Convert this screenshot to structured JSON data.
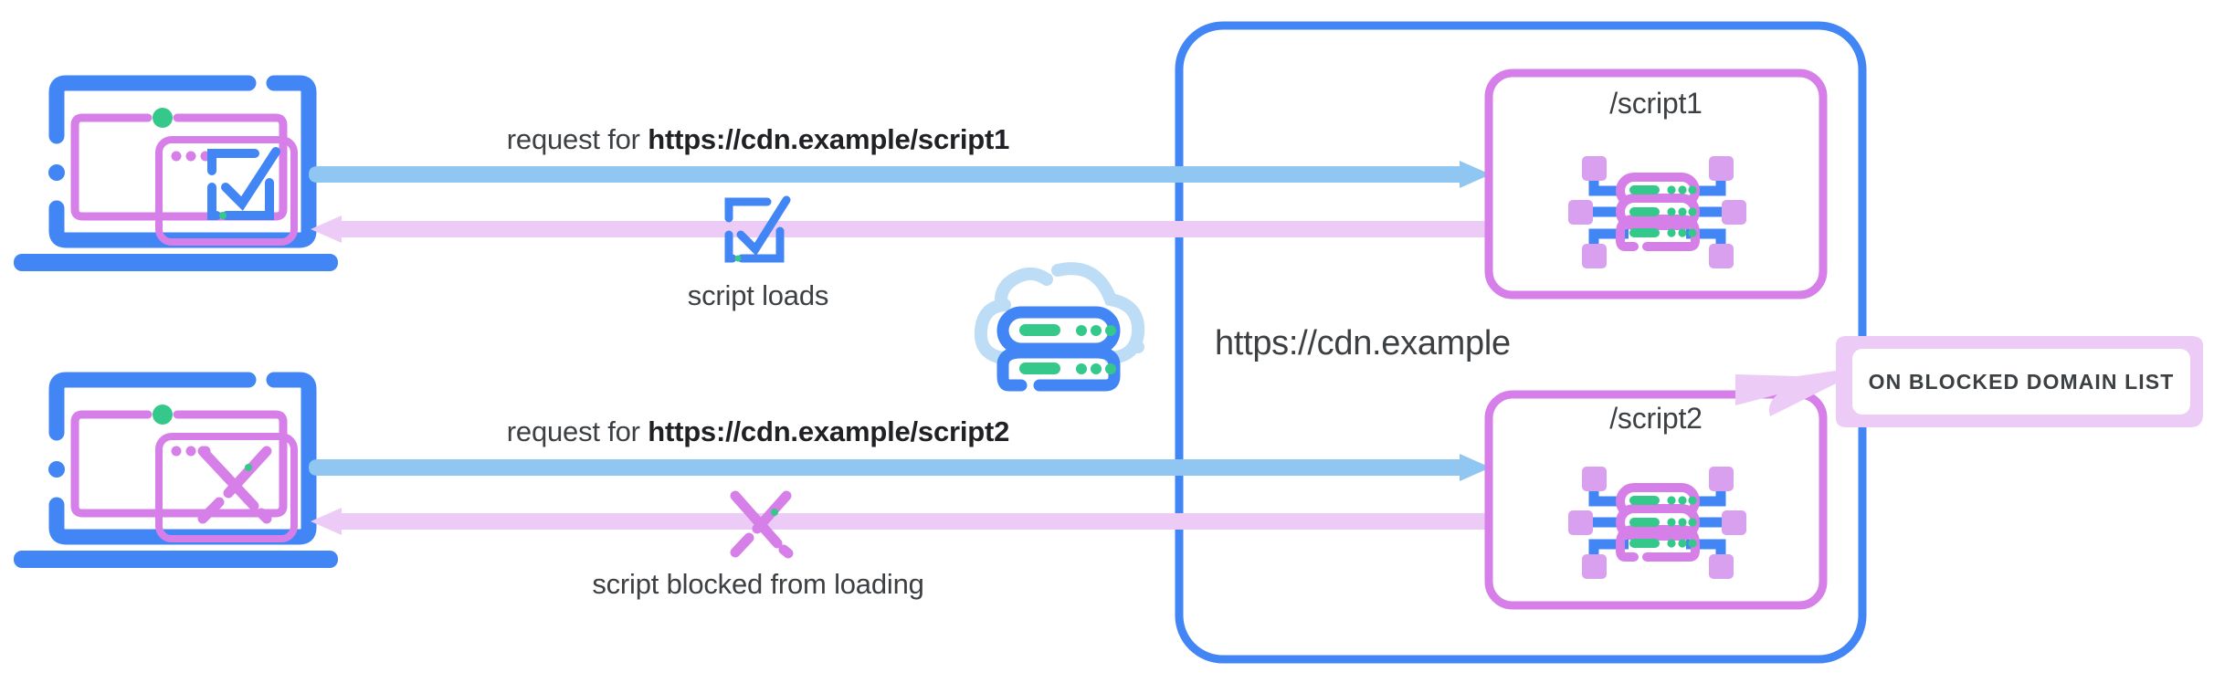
{
  "diagram": {
    "title": "CDN script blocking diagram",
    "colors": {
      "blue_strong": "#4285F4",
      "blue_arrow": "#8FC6F2",
      "purple": "#D77FE8",
      "purple_light": "#ECCBF7",
      "green": "#34C98A",
      "text": "#3c4043",
      "text_bold": "#202124"
    },
    "cdn_container": {
      "label": "https://cdn.example",
      "border_color": "#4285F4"
    },
    "cloud_icon": {
      "name": "cloud-server-icon"
    },
    "rows": [
      {
        "id": "allowed",
        "client": {
          "name": "laptop-allowed",
          "window_icon": "checkmark-icon",
          "status_dot": "green"
        },
        "request_prefix": "request for ",
        "request_url": "https://cdn.example/script1",
        "result_icon": "checkmark-icon",
        "result_label": "script loads",
        "resource": {
          "label": "/script1",
          "icon": "server-network-icon",
          "blocked": false
        }
      },
      {
        "id": "blocked",
        "client": {
          "name": "laptop-blocked",
          "window_icon": "cross-icon",
          "status_dot": "green"
        },
        "request_prefix": "request for ",
        "request_url": "https://cdn.example/script2",
        "result_icon": "cross-icon",
        "result_label": "script blocked from loading",
        "resource": {
          "label": "/script2",
          "icon": "server-network-icon",
          "blocked": true
        }
      }
    ],
    "callout": {
      "text": "ON BLOCKED DOMAIN LIST",
      "fill": "#ffffff",
      "border": "#ECCBF7"
    }
  }
}
